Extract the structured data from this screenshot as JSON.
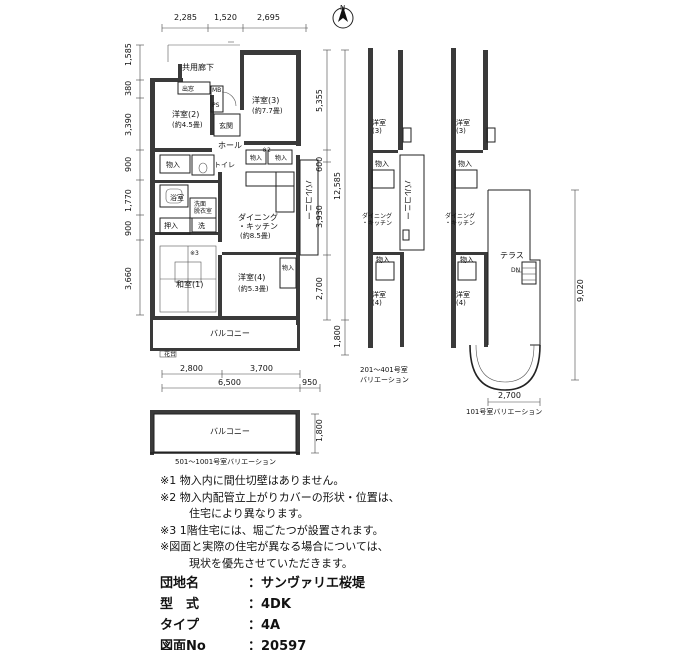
{
  "north_label": "N",
  "main_plan": {
    "top_dims": [
      "2,285",
      "1,520",
      "2,695"
    ],
    "left_dims": [
      "1,585",
      "380",
      "3,390",
      "900",
      "1,770",
      "900",
      "3,660"
    ],
    "right_dims": [
      "5,355",
      "600",
      "12,585",
      "3,930",
      "2,700",
      "1,800"
    ],
    "bottom_dims": [
      "2,800",
      "3,700",
      "6,500",
      "950"
    ],
    "rooms": {
      "corridor": "共用廊下",
      "entrance_storage": "出窓",
      "mb": "MB",
      "ps": "PS",
      "western2": "洋室(2)",
      "western2_size": "(約4.5畳)",
      "western3": "洋室(3)",
      "western3_size": "(約7.7畳)",
      "entrance": "玄関",
      "hall": "ホール",
      "storage_a": "物入",
      "toilet": "トイレ",
      "note2": "※2",
      "storage_b": "物入",
      "storage_c": "物入",
      "bath": "浴室",
      "washroom": "洗面\n脱衣室",
      "wash": "洗",
      "oshiire": "押入",
      "dk": "ダイニング\n・キッチン",
      "dk_size": "(約8.5畳)",
      "balcony_side": "バルコニー",
      "note3": "※3",
      "washitsu": "和室(1)",
      "western4": "洋室(4)",
      "western4_size": "(約5.3畳)",
      "storage_d": "物入",
      "balcony": "バルコニー",
      "flower": "花台"
    }
  },
  "variation_501": {
    "balcony": "バルコニー",
    "dim": "1,800",
    "caption": "501〜1001号室バリエーション"
  },
  "variation_201": {
    "western3": "洋室\n(3)",
    "storage_top": "物入",
    "storage_mid": "物入",
    "balcony": "バルコニー",
    "dk": "ダイニング\n・キッチン",
    "western4": "洋室\n(4)",
    "caption_line1": "201〜401号室",
    "caption_line2": "バリエーション"
  },
  "variation_101": {
    "western3": "洋室\n(3)",
    "storage_top": "物入",
    "storage_mid": "物入",
    "dk": "ダイニング\n・キッチン",
    "terrace": "テラス",
    "dn": "DN",
    "western4": "洋室\n(4)",
    "dim_height": "9,020",
    "dim_width": "2,700",
    "caption": "101号室バリエーション"
  },
  "notes": [
    "※1 物入内に間仕切壁はありません。",
    "※2 物入内配管立上がりカバーの形状・位置は、",
    "住宅により異なります。",
    "※3 1階住宅には、堀ごたつが設置されます。",
    "※図面と実際の住宅が異なる場合については、",
    "現状を優先させていただきます。"
  ],
  "info": {
    "name_label": "団地名",
    "name_value": "サンヴァリエ桜堤",
    "type_label": "型　式",
    "type_value": "4DK",
    "typeno_label": "タイプ",
    "typeno_value": "4A",
    "drawing_label": "図面No",
    "drawing_value": "20597"
  }
}
